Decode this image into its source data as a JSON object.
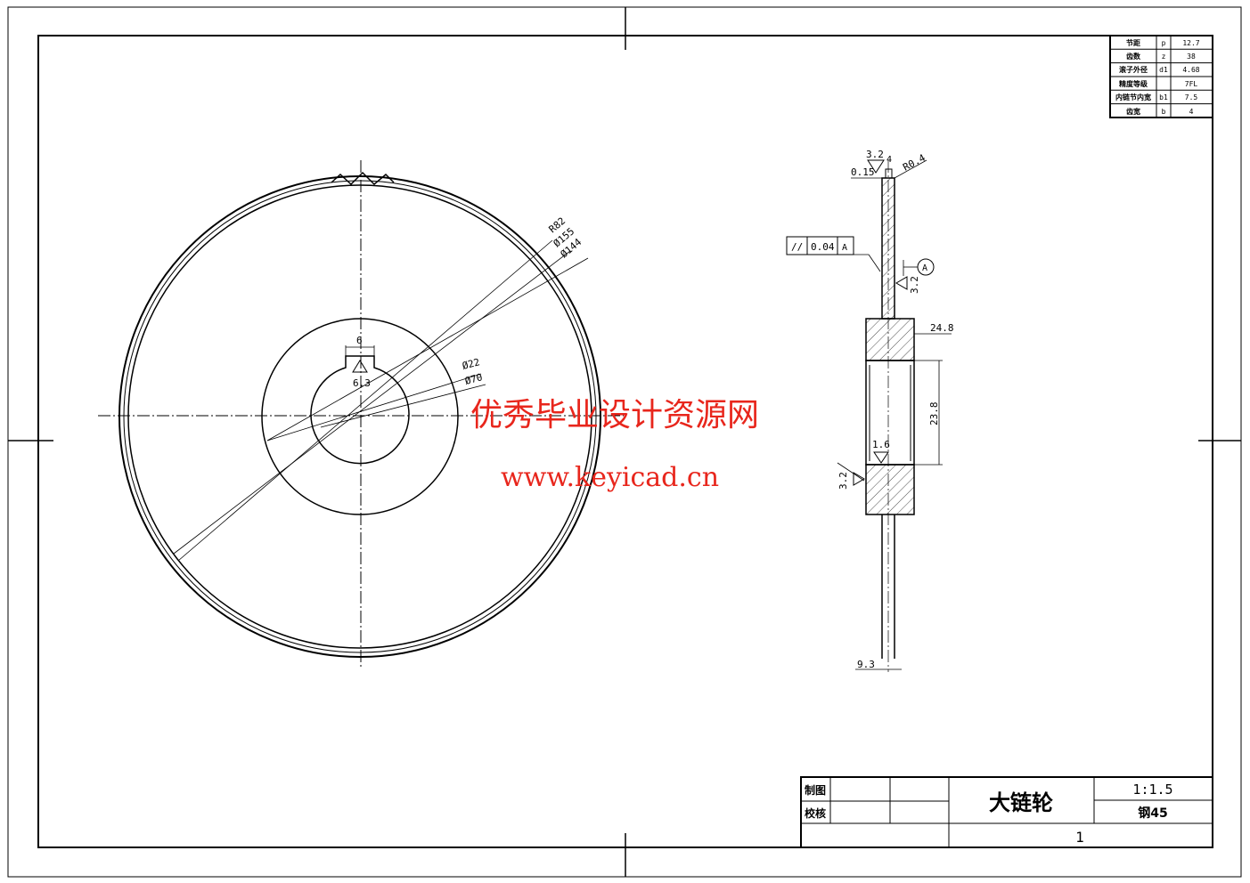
{
  "param_table": {
    "rows": [
      {
        "name": "节距",
        "symbol": "p",
        "value": "12.7"
      },
      {
        "name": "齿数",
        "symbol": "z",
        "value": "38"
      },
      {
        "name": "滚子外径",
        "symbol": "d1",
        "value": "4.68"
      },
      {
        "name": "精度等级",
        "symbol": "",
        "value": "7FL"
      },
      {
        "name": "内链节内宽",
        "symbol": "b1",
        "value": "7.5"
      },
      {
        "name": "齿宽",
        "symbol": "b",
        "value": "4"
      }
    ]
  },
  "front_view": {
    "dims": {
      "r_outer": "R82",
      "d155": "Ø155",
      "d144": "Ø144",
      "d22": "Ø22",
      "d70": "Ø70",
      "key_width": "6",
      "roughness": "6.3"
    }
  },
  "side_view": {
    "roughness_top": "3.2",
    "chamfer": "0.15",
    "tooth_width": "4",
    "radius": "R0.4",
    "tolerance": {
      "symbol": "//",
      "value": "0.04",
      "datum": "A"
    },
    "datum": "A",
    "roughness_face": "3.2",
    "hub_width": "24.8",
    "bore_len": "23.8",
    "roughness_bore": "1.6",
    "roughness_hub": "3.2",
    "web_width": "9.3"
  },
  "watermark": {
    "line1": "优秀毕业设计资源网",
    "line2": "www.keyicad.cn"
  },
  "title_block": {
    "drawn_label": "制图",
    "checked_label": "校核",
    "part_name": "大链轮",
    "scale": "1:1.5",
    "material": "钢45",
    "quantity": "1"
  }
}
